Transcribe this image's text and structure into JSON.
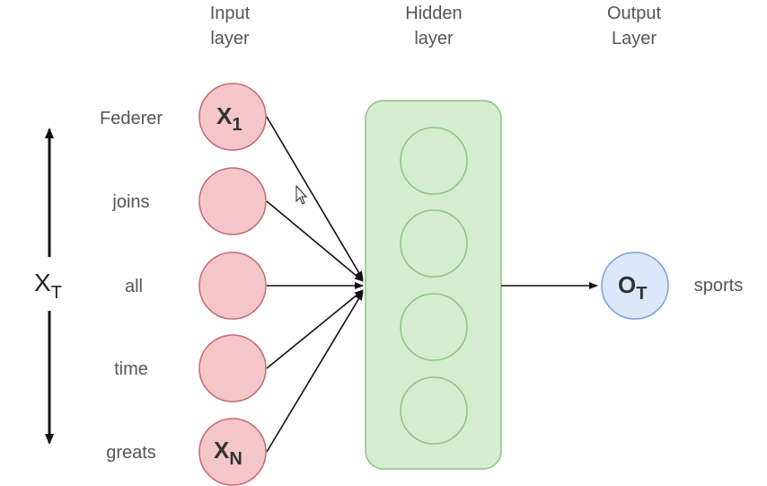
{
  "layers": {
    "input_title_line1": "Input",
    "input_title_line2": "layer",
    "hidden_title_line1": "Hidden",
    "hidden_title_line2": "layer",
    "output_title_line1": "Output",
    "output_title_line2": "Layer"
  },
  "words": [
    "Federer",
    "joins",
    "all",
    "time",
    "greats"
  ],
  "input_nodes": {
    "first": {
      "main": "X",
      "sub": "1"
    },
    "last": {
      "main": "X",
      "sub": "N"
    }
  },
  "sequence_axis": {
    "main": "X",
    "sub": "T"
  },
  "output_node": {
    "main": "O",
    "sub": "T"
  },
  "output_word": "sports",
  "colors": {
    "input_fill": "#f5c6c9",
    "input_stroke": "#c76870",
    "hidden_fill": "#d5ecd0",
    "hidden_stroke": "#8fc283",
    "output_fill": "#dce8fa",
    "output_stroke": "#7a9ed6",
    "edge": "#111111"
  }
}
